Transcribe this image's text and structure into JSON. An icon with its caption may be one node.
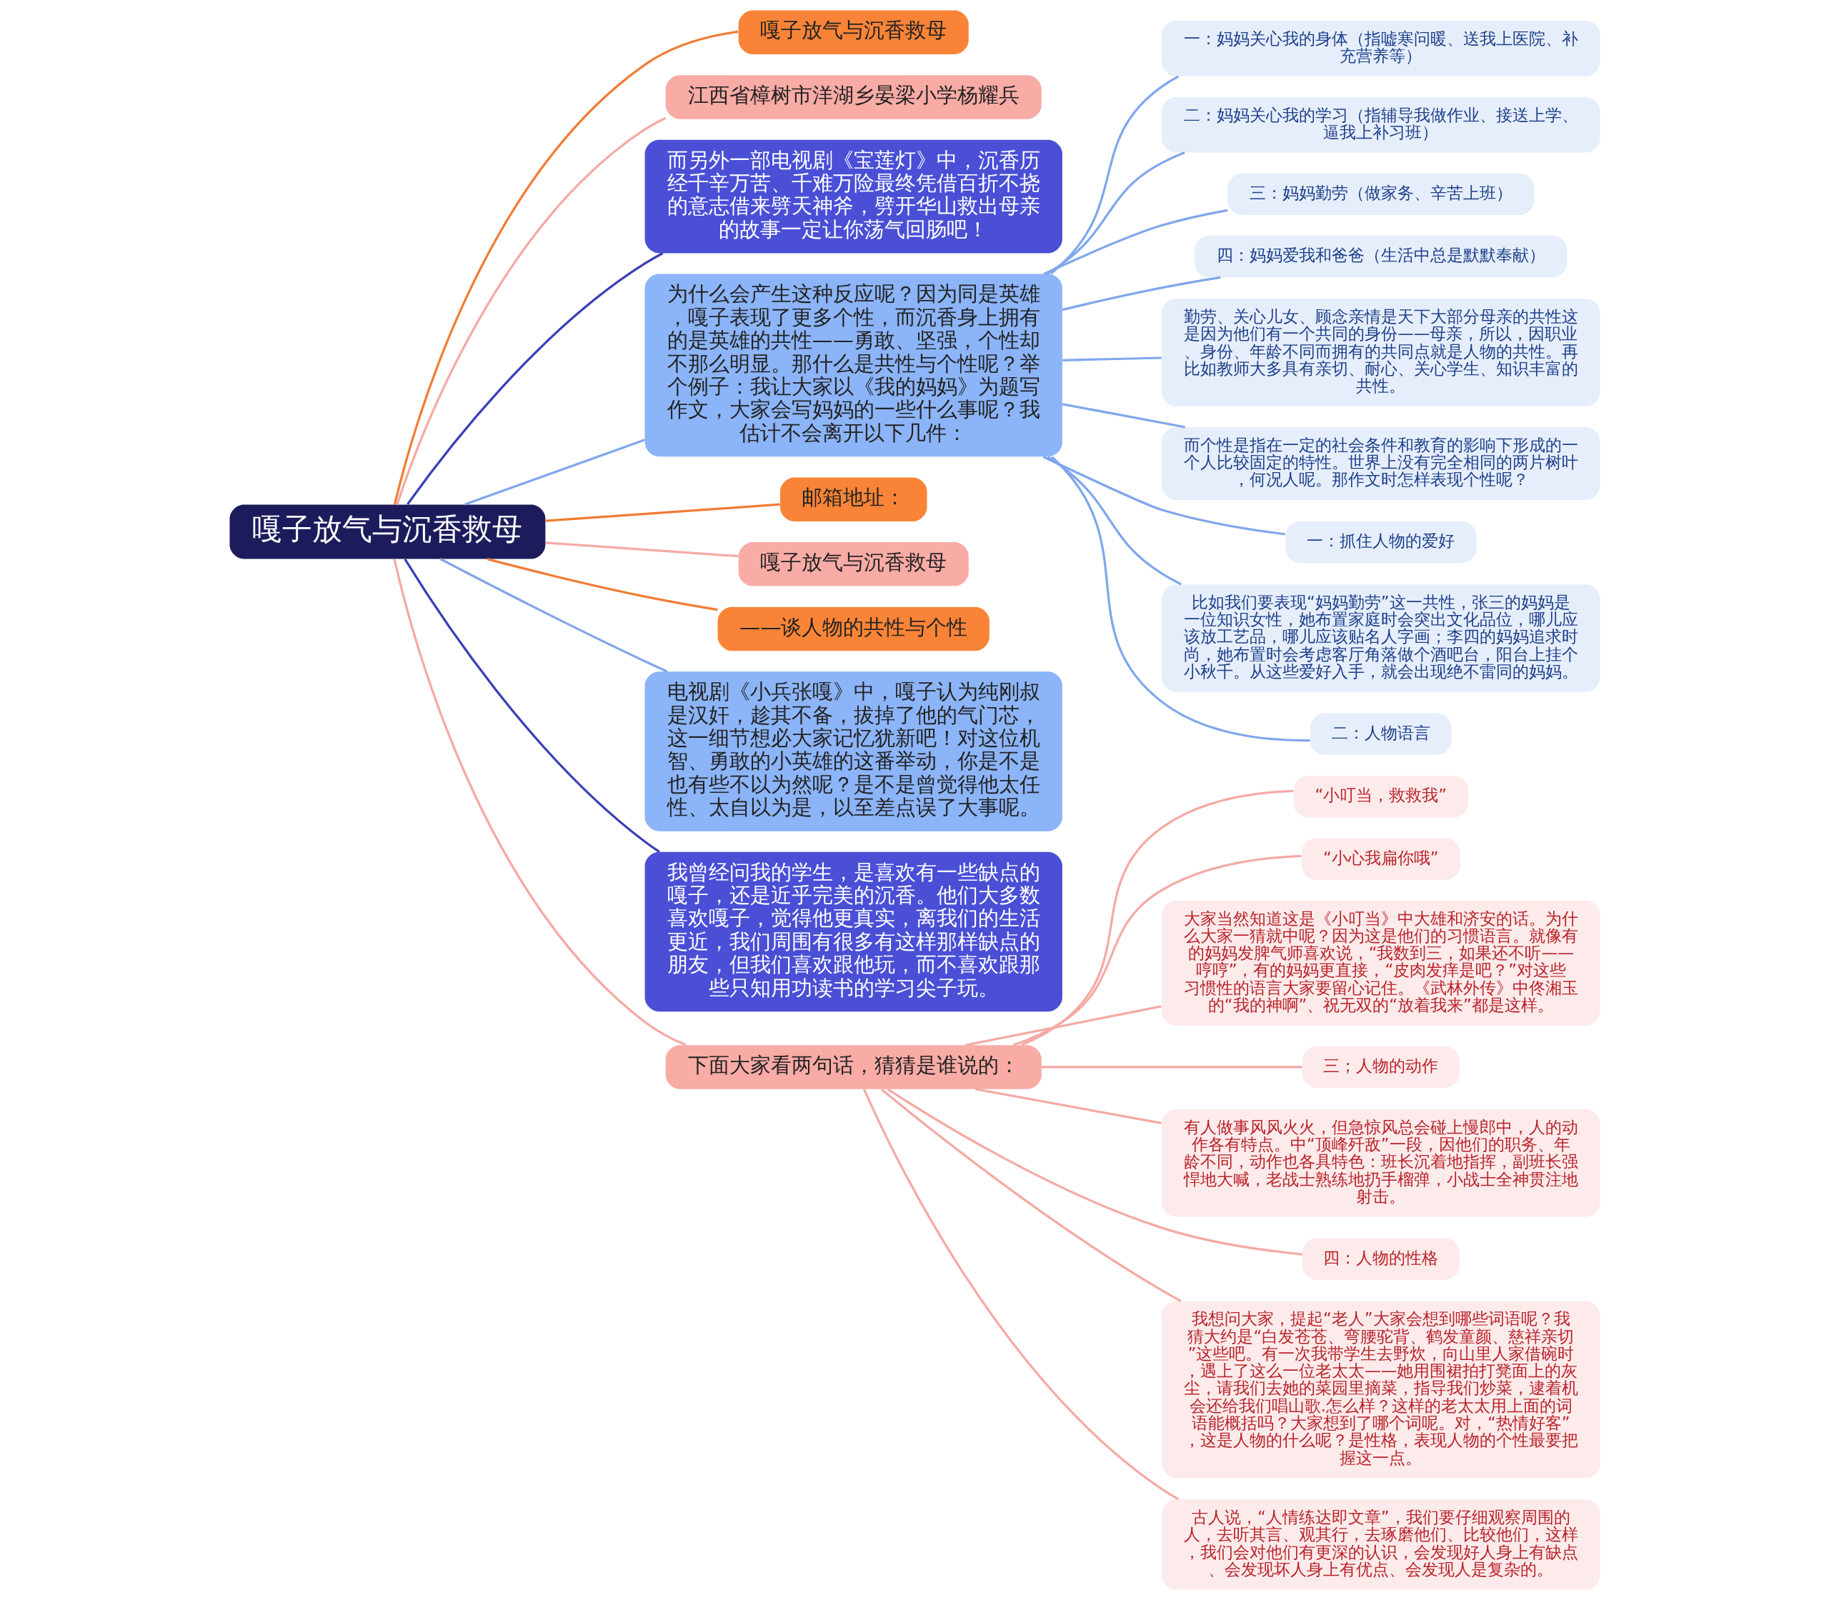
{
  "diagram": {
    "nodes": [
      {
        "text": [
          "嘎子放气与沉香救母"
        ]
      },
      {
        "text": [
          "嘎子放气与沉香救母"
        ]
      },
      {
        "text": [
          "江西省樟树市洋湖乡晏梁小学杨耀兵"
        ]
      },
      {
        "text": [
          "而另外一部电视剧《宝莲灯》中，沉香历经千辛万苦、千难万险最终凭借百折不挠的意志借来劈天神斧，劈开华山救出母亲的故事一定让你荡气回肠吧！"
        ]
      },
      {
        "text": [
          "为什么会产生这种反应呢？因为同是英雄，嘎子表现了更多个性，而沉香身上拥有的是英雄的共性——勇敢、坚强，个性却不那么明显。那什么是共性与个性呢？举个例子：我让大家以《我的妈妈》为题写作文，大家会写妈妈的一些什么事呢？我估计不会离开以下几件："
        ]
      },
      {
        "text": [
          "一：妈妈关心我的身体（指嘘寒问暖、送我上医院、补充营养等）"
        ]
      },
      {
        "text": [
          "二：妈妈关心我的学习（指辅导我做作业、接送上学、逼我上补习班）"
        ]
      },
      {
        "text": [
          "三：妈妈勤劳（做家务、辛苦上班）"
        ]
      },
      {
        "text": [
          "四：妈妈爱我和爸爸（生活中总是默默奉献）"
        ]
      },
      {
        "text": [
          "勤劳、关心儿女、顾念亲情是天下大部分母亲的共性这是因为他们有一个共同的身份——母亲，所以，因职业、身份、年龄不同而拥有的共同点就是人物的共性。再比如教师大多具有亲切、耐心、关心学生、知识丰富的共性。"
        ]
      },
      {
        "text": [
          "而个性是指在一定的社会条件和教育的影响下形成的一个人比较固定的特性。世界上没有完全相同的两片树叶，何况人呢。那作文时怎样表现个性呢？"
        ]
      },
      {
        "text": [
          "一：抓住人物的爱好"
        ]
      },
      {
        "text": [
          "比如我们要表现“妈妈勤劳”这一共性，张三的妈妈是一位知识女性，她布置家庭时会突出文化品位，哪儿应该放工艺品，哪儿应该贴名人字画；李四的妈妈追求时尚，她布置时会考虑客厅角落做个酒吧台，阳台上挂个小秋千。从这些爱好入手，就会出现绝不雷同的妈妈。"
        ]
      },
      {
        "text": [
          "二：人物语言"
        ]
      },
      {
        "text": [
          "邮箱地址："
        ]
      },
      {
        "text": [
          "嘎子放气与沉香救母"
        ]
      },
      {
        "text": [
          "——谈人物的共性与个性"
        ]
      },
      {
        "text": [
          "电视剧《小兵张嘎》中，嘎子认为纯刚叔是汉奸，趁其不备，拔掉了他的气门芯，这一细节想必大家记忆犹新吧！对这位机智、勇敢的小英雄的这番举动，你是不是也有些不以为然呢？是不是曾觉得他太任性、太自以为是，以至差点误了大事呢。"
        ]
      },
      {
        "text": [
          "我曾经问我的学生，是喜欢有一些缺点的嘎子，还是近乎完美的沉香。他们大多数喜欢嘎子，觉得他更真实，离我们的生活更近，我们周围有很多有这样那样缺点的朋友，但我们喜欢跟他玩，而不喜欢跟那些只知用功读书的学习尖子玩。"
        ]
      },
      {
        "text": [
          "下面大家看两句话，猜猜是谁说的："
        ]
      },
      {
        "text": [
          "“小叮当，救救我”"
        ]
      },
      {
        "text": [
          "“小心我扁你哦”"
        ]
      },
      {
        "text": [
          "大家当然知道这是《小叮当》中大雄和济安的话。为什么大家一猜就中呢？因为这是他们的习惯语言。就像有的妈妈发脾气师喜欢说，“我数到三，如果还不听——哼哼”，有的妈妈更直接，“皮肉发痒是吧？”对这些习惯性的语言大家要留心记住。《武林外传》中佟湘玉的“我的神啊”、祝无双的“放着我来”都是这样。"
        ]
      },
      {
        "text": [
          "三；人物的动作"
        ]
      },
      {
        "text": [
          "有人做事风风火火，但急惊风总会碰上慢郎中，人的动作各有特点。中“顶峰歼敌”一段，因他们的职务、年龄不同，动作也各具特色：班长沉着地指挥，副班长强悍地大喊，老战士熟练地扔手榴弹，小战士全神贯注地射击。"
        ]
      },
      {
        "text": [
          "四：人物的性格"
        ]
      },
      {
        "text": [
          "我想问大家，提起“老人”大家会想到哪些词语呢？我猜大约是“白发苍苍、弯腰驼背、鹤发童颜、慈祥亲切”这些吧。有一次我带学生去野炊，向山里人家借碗时，遇上了这么一位老太太——她用围裙拍打凳面上的灰尘，请我们去她的菜园里摘菜，指导我们炒菜，逮着机会还给我们唱山歌.怎么样？这样的老太太用上面的词语能概括吗？大家想到了哪个词呢。对，“热情好客”，这是人物的什么呢？是性格，表现人物的个性最要把握这一点。"
        ]
      },
      {
        "text": [
          "古人说，“人情练达即文章”，我们要仔细观察周围的人，去听其言、观其行，去琢磨他们、比较他们，这样，我们会对他们有更深的认识，会发现好人身上有缺点、会发现坏人身上有优点、会发现人是复杂的。"
        ]
      }
    ],
    "edges": [
      {
        "from": 0,
        "to": 1,
        "arrow": "none",
        "color": "#f07c35"
      },
      {
        "from": 0,
        "to": 2,
        "arrow": "none",
        "color": "#f4aaa5"
      },
      {
        "from": 0,
        "to": 3,
        "arrow": "none",
        "color": "#3a3fb8"
      },
      {
        "from": 0,
        "to": 4,
        "arrow": "none",
        "color": "#7fa7ec"
      },
      {
        "from": 4,
        "to": 5,
        "arrow": "none",
        "color": "#7fa7ec"
      },
      {
        "from": 4,
        "to": 6,
        "arrow": "none",
        "color": "#7fa7ec"
      },
      {
        "from": 4,
        "to": 7,
        "arrow": "none",
        "color": "#7fa7ec"
      },
      {
        "from": 4,
        "to": 8,
        "arrow": "none",
        "color": "#7fa7ec"
      },
      {
        "from": 4,
        "to": 9,
        "arrow": "none",
        "color": "#7fa7ec"
      },
      {
        "from": 4,
        "to": 10,
        "arrow": "none",
        "color": "#7fa7ec"
      },
      {
        "from": 4,
        "to": 11,
        "arrow": "none",
        "color": "#7fa7ec"
      },
      {
        "from": 4,
        "to": 12,
        "arrow": "none",
        "color": "#7fa7ec"
      },
      {
        "from": 4,
        "to": 13,
        "arrow": "none",
        "color": "#7fa7ec"
      },
      {
        "from": 0,
        "to": 14,
        "arrow": "none",
        "color": "#f07c35"
      },
      {
        "from": 0,
        "to": 15,
        "arrow": "none",
        "color": "#f4aaa5"
      },
      {
        "from": 0,
        "to": 16,
        "arrow": "none",
        "color": "#f07c35"
      },
      {
        "from": 0,
        "to": 17,
        "arrow": "none",
        "color": "#7fa7ec"
      },
      {
        "from": 0,
        "to": 18,
        "arrow": "none",
        "color": "#3a3fb8"
      },
      {
        "from": 0,
        "to": 19,
        "arrow": "none",
        "color": "#f4aaa5"
      },
      {
        "from": 19,
        "to": 20,
        "arrow": "none",
        "color": "#f4aaa5"
      },
      {
        "from": 19,
        "to": 21,
        "arrow": "none",
        "color": "#f4aaa5"
      },
      {
        "from": 19,
        "to": 22,
        "arrow": "none",
        "color": "#f4aaa5"
      },
      {
        "from": 19,
        "to": 23,
        "arrow": "none",
        "color": "#f4aaa5"
      },
      {
        "from": 19,
        "to": 24,
        "arrow": "none",
        "color": "#f4aaa5"
      },
      {
        "from": 19,
        "to": 25,
        "arrow": "none",
        "color": "#f4aaa5"
      },
      {
        "from": 19,
        "to": 26,
        "arrow": "none",
        "color": "#f4aaa5"
      },
      {
        "from": 19,
        "to": 27,
        "arrow": "none",
        "color": "#f4aaa5"
      }
    ]
  }
}
